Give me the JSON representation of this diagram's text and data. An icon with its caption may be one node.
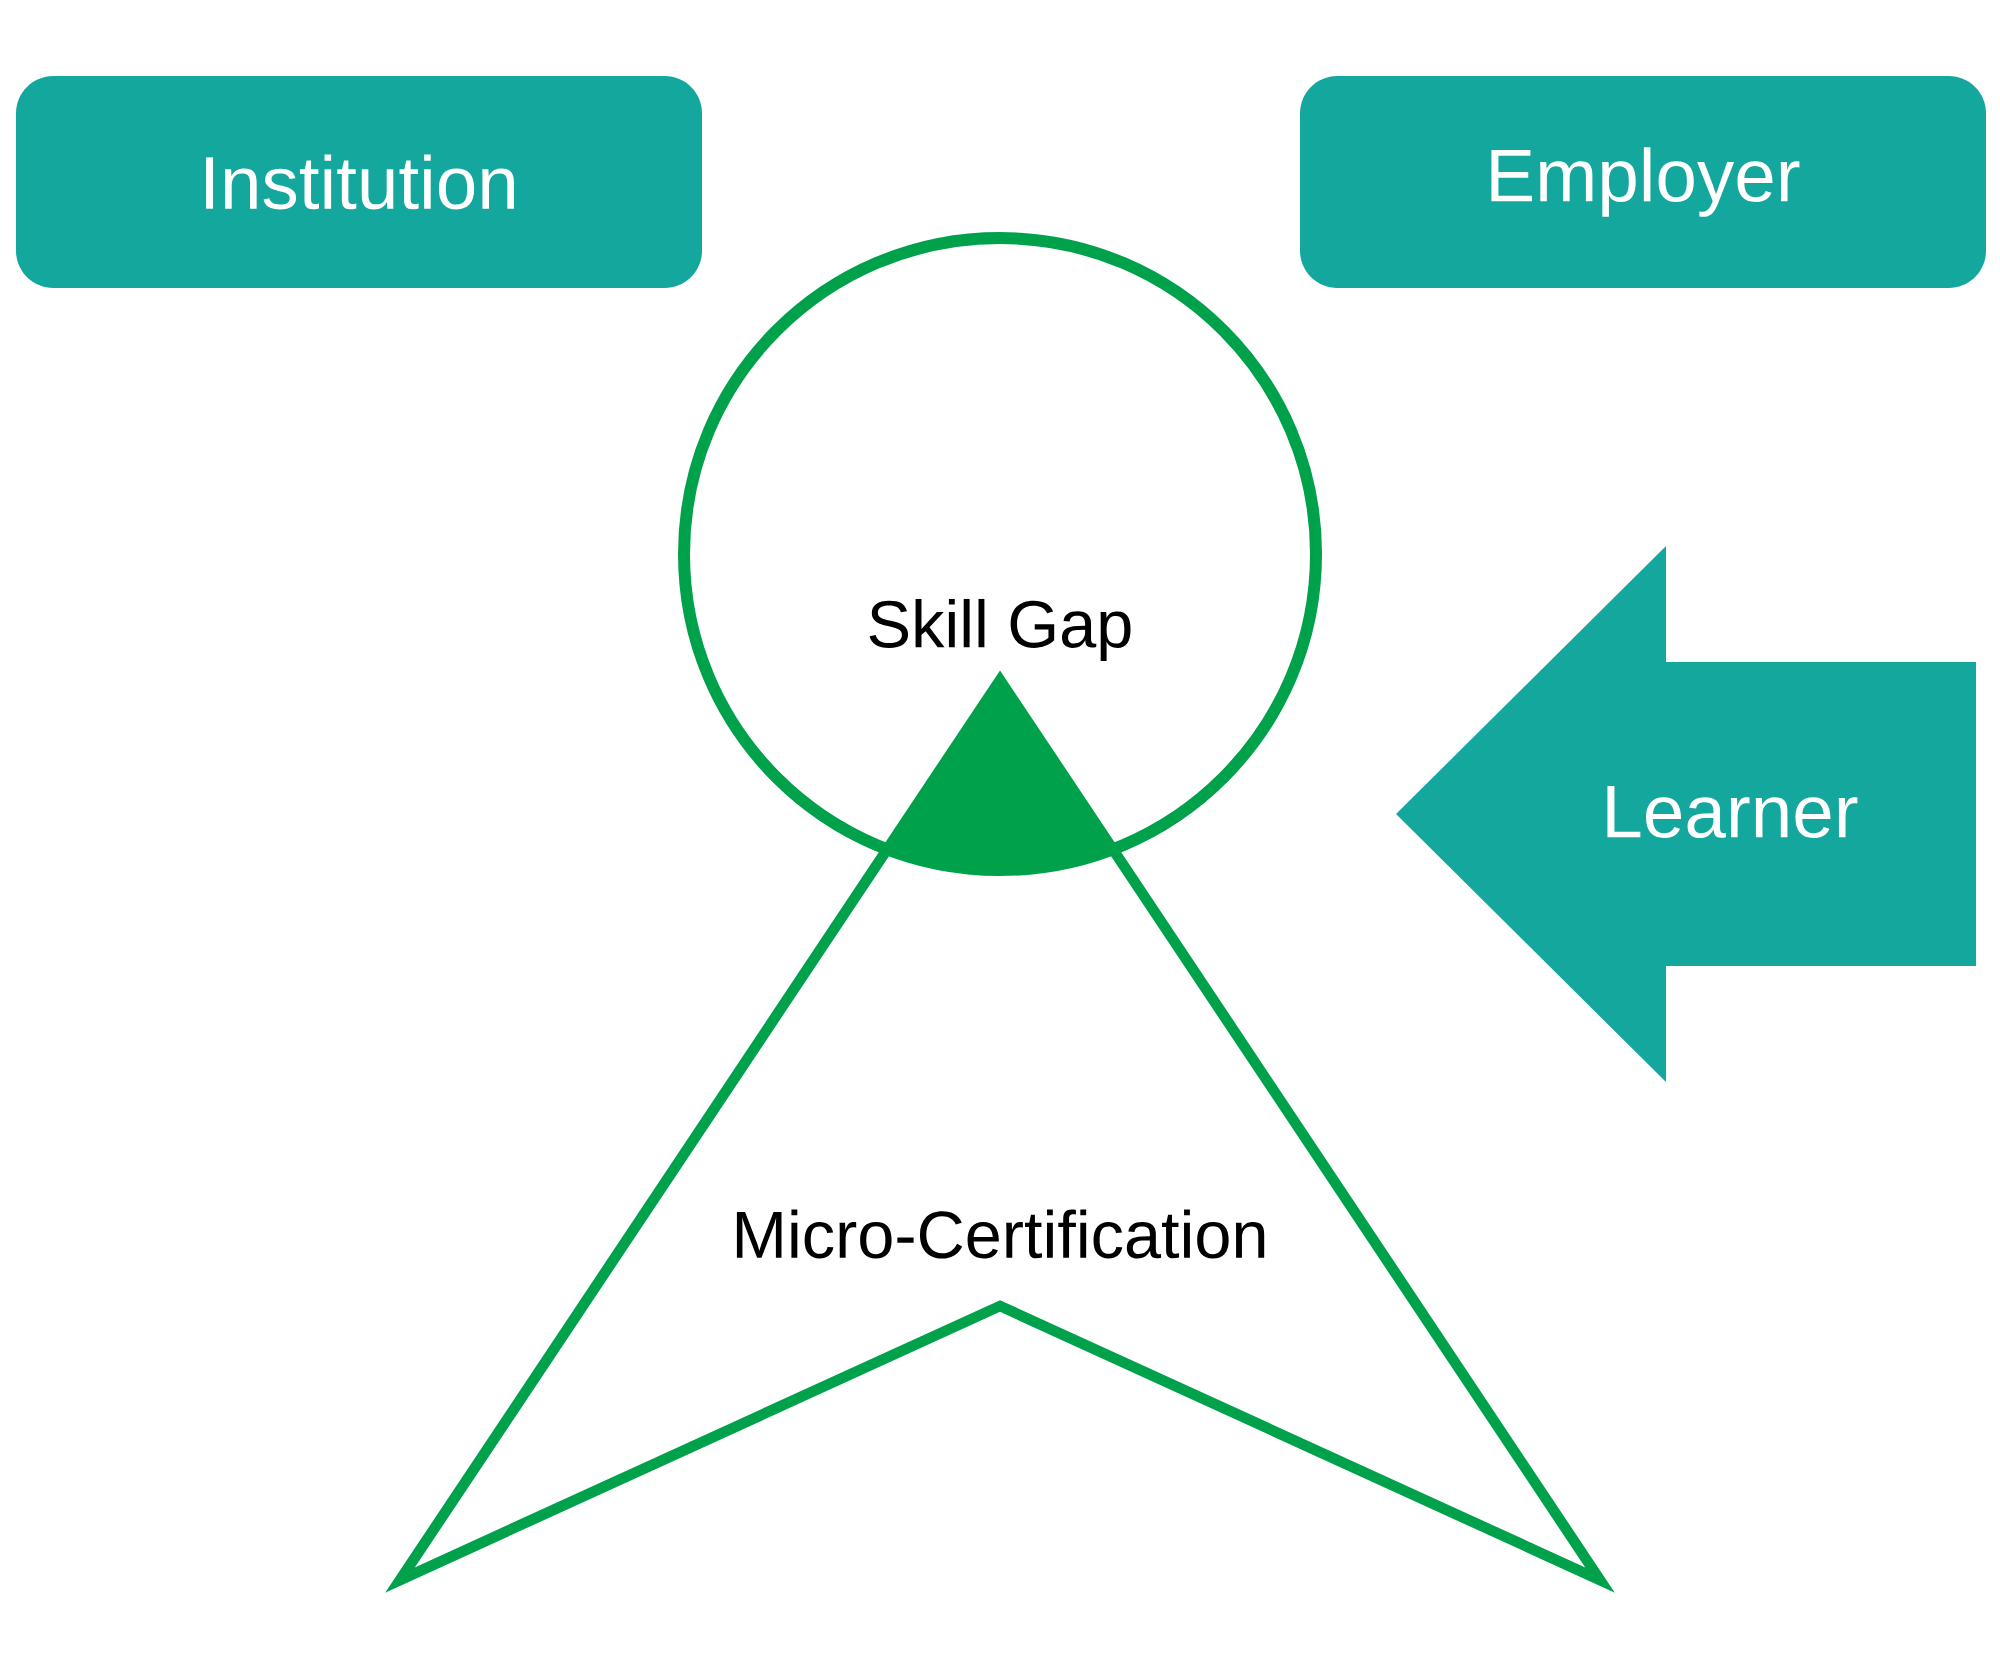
{
  "diagram": {
    "nodes": [
      {
        "text": [
          "Institution"
        ]
      },
      {
        "text": [
          "Employer"
        ]
      },
      {
        "text": [
          "Skill Gap"
        ]
      },
      {
        "text": [
          "Micro-Certification"
        ]
      },
      {
        "text": [
          "Learner"
        ]
      }
    ]
  }
}
